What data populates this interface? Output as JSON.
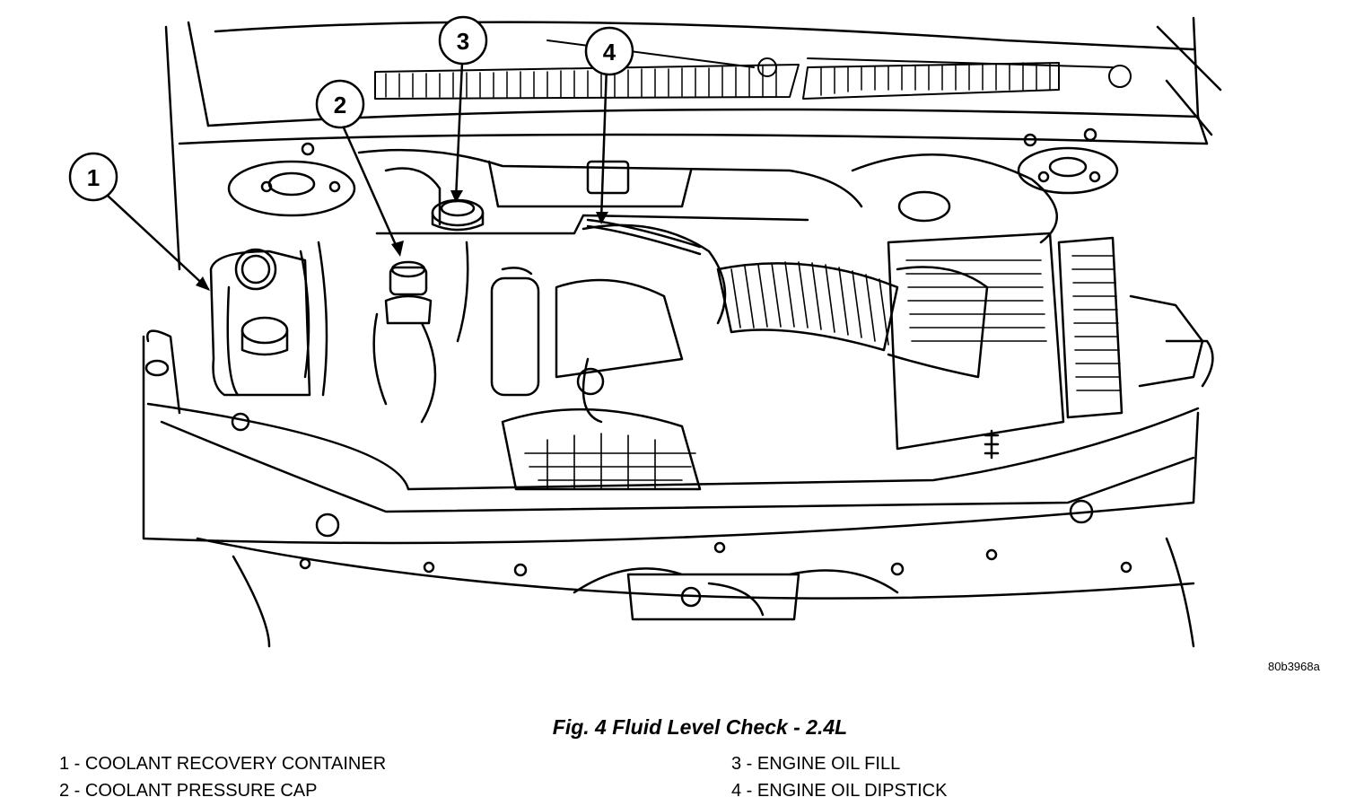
{
  "figure": {
    "reference_code": "80b3968a",
    "caption": "Fig. 4 Fluid Level Check - 2.4L"
  },
  "callouts": [
    {
      "number": "1"
    },
    {
      "number": "2"
    },
    {
      "number": "3"
    },
    {
      "number": "4"
    }
  ],
  "legend": [
    {
      "number": "1",
      "text": "1 - COOLANT RECOVERY CONTAINER"
    },
    {
      "number": "2",
      "text": "2 - COOLANT PRESSURE CAP"
    },
    {
      "number": "3",
      "text": "3 - ENGINE OIL FILL"
    },
    {
      "number": "4",
      "text": "4 - ENGINE OIL DIPSTICK"
    }
  ]
}
